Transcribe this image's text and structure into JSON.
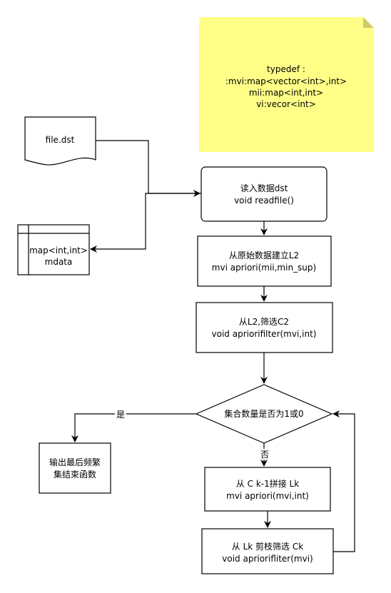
{
  "note": {
    "lines": [
      "typedef :",
      ":mvi:map<vector<int>,int>",
      "mii:map<int,int>",
      "vi:vecor<int>"
    ]
  },
  "nodes": {
    "file": {
      "text": "file.dst"
    },
    "mdata": {
      "lines": [
        "map<int,int>",
        "mdata"
      ]
    },
    "readfile": {
      "lines": [
        "读入数据dst",
        "void readfile()"
      ]
    },
    "build_l2": {
      "lines": [
        "从原始数据建立L2",
        "mvi apriori(mii,min_sup)"
      ]
    },
    "filter_c2": {
      "lines": [
        "从L2,筛选C2",
        "void apriorifilter(mvi,int)"
      ]
    },
    "decision": {
      "text": "集合数量是否为1或0"
    },
    "output": {
      "lines": [
        "输出最后频繁",
        "集结束函数"
      ]
    },
    "join_lk": {
      "lines": [
        "从 C k-1拼接 Lk",
        "mvi apriori(mvi,int)"
      ]
    },
    "prune_ck": {
      "lines": [
        "从 Lk 剪枝筛选 Ck",
        "void apriorifliter(mvi)"
      ]
    }
  },
  "edge_labels": {
    "yes": "是",
    "no": "否"
  },
  "colors": {
    "stroke": "#000000",
    "note_fill": "#ffff88",
    "note_fold": "#cccc66",
    "fill": "#ffffff"
  }
}
